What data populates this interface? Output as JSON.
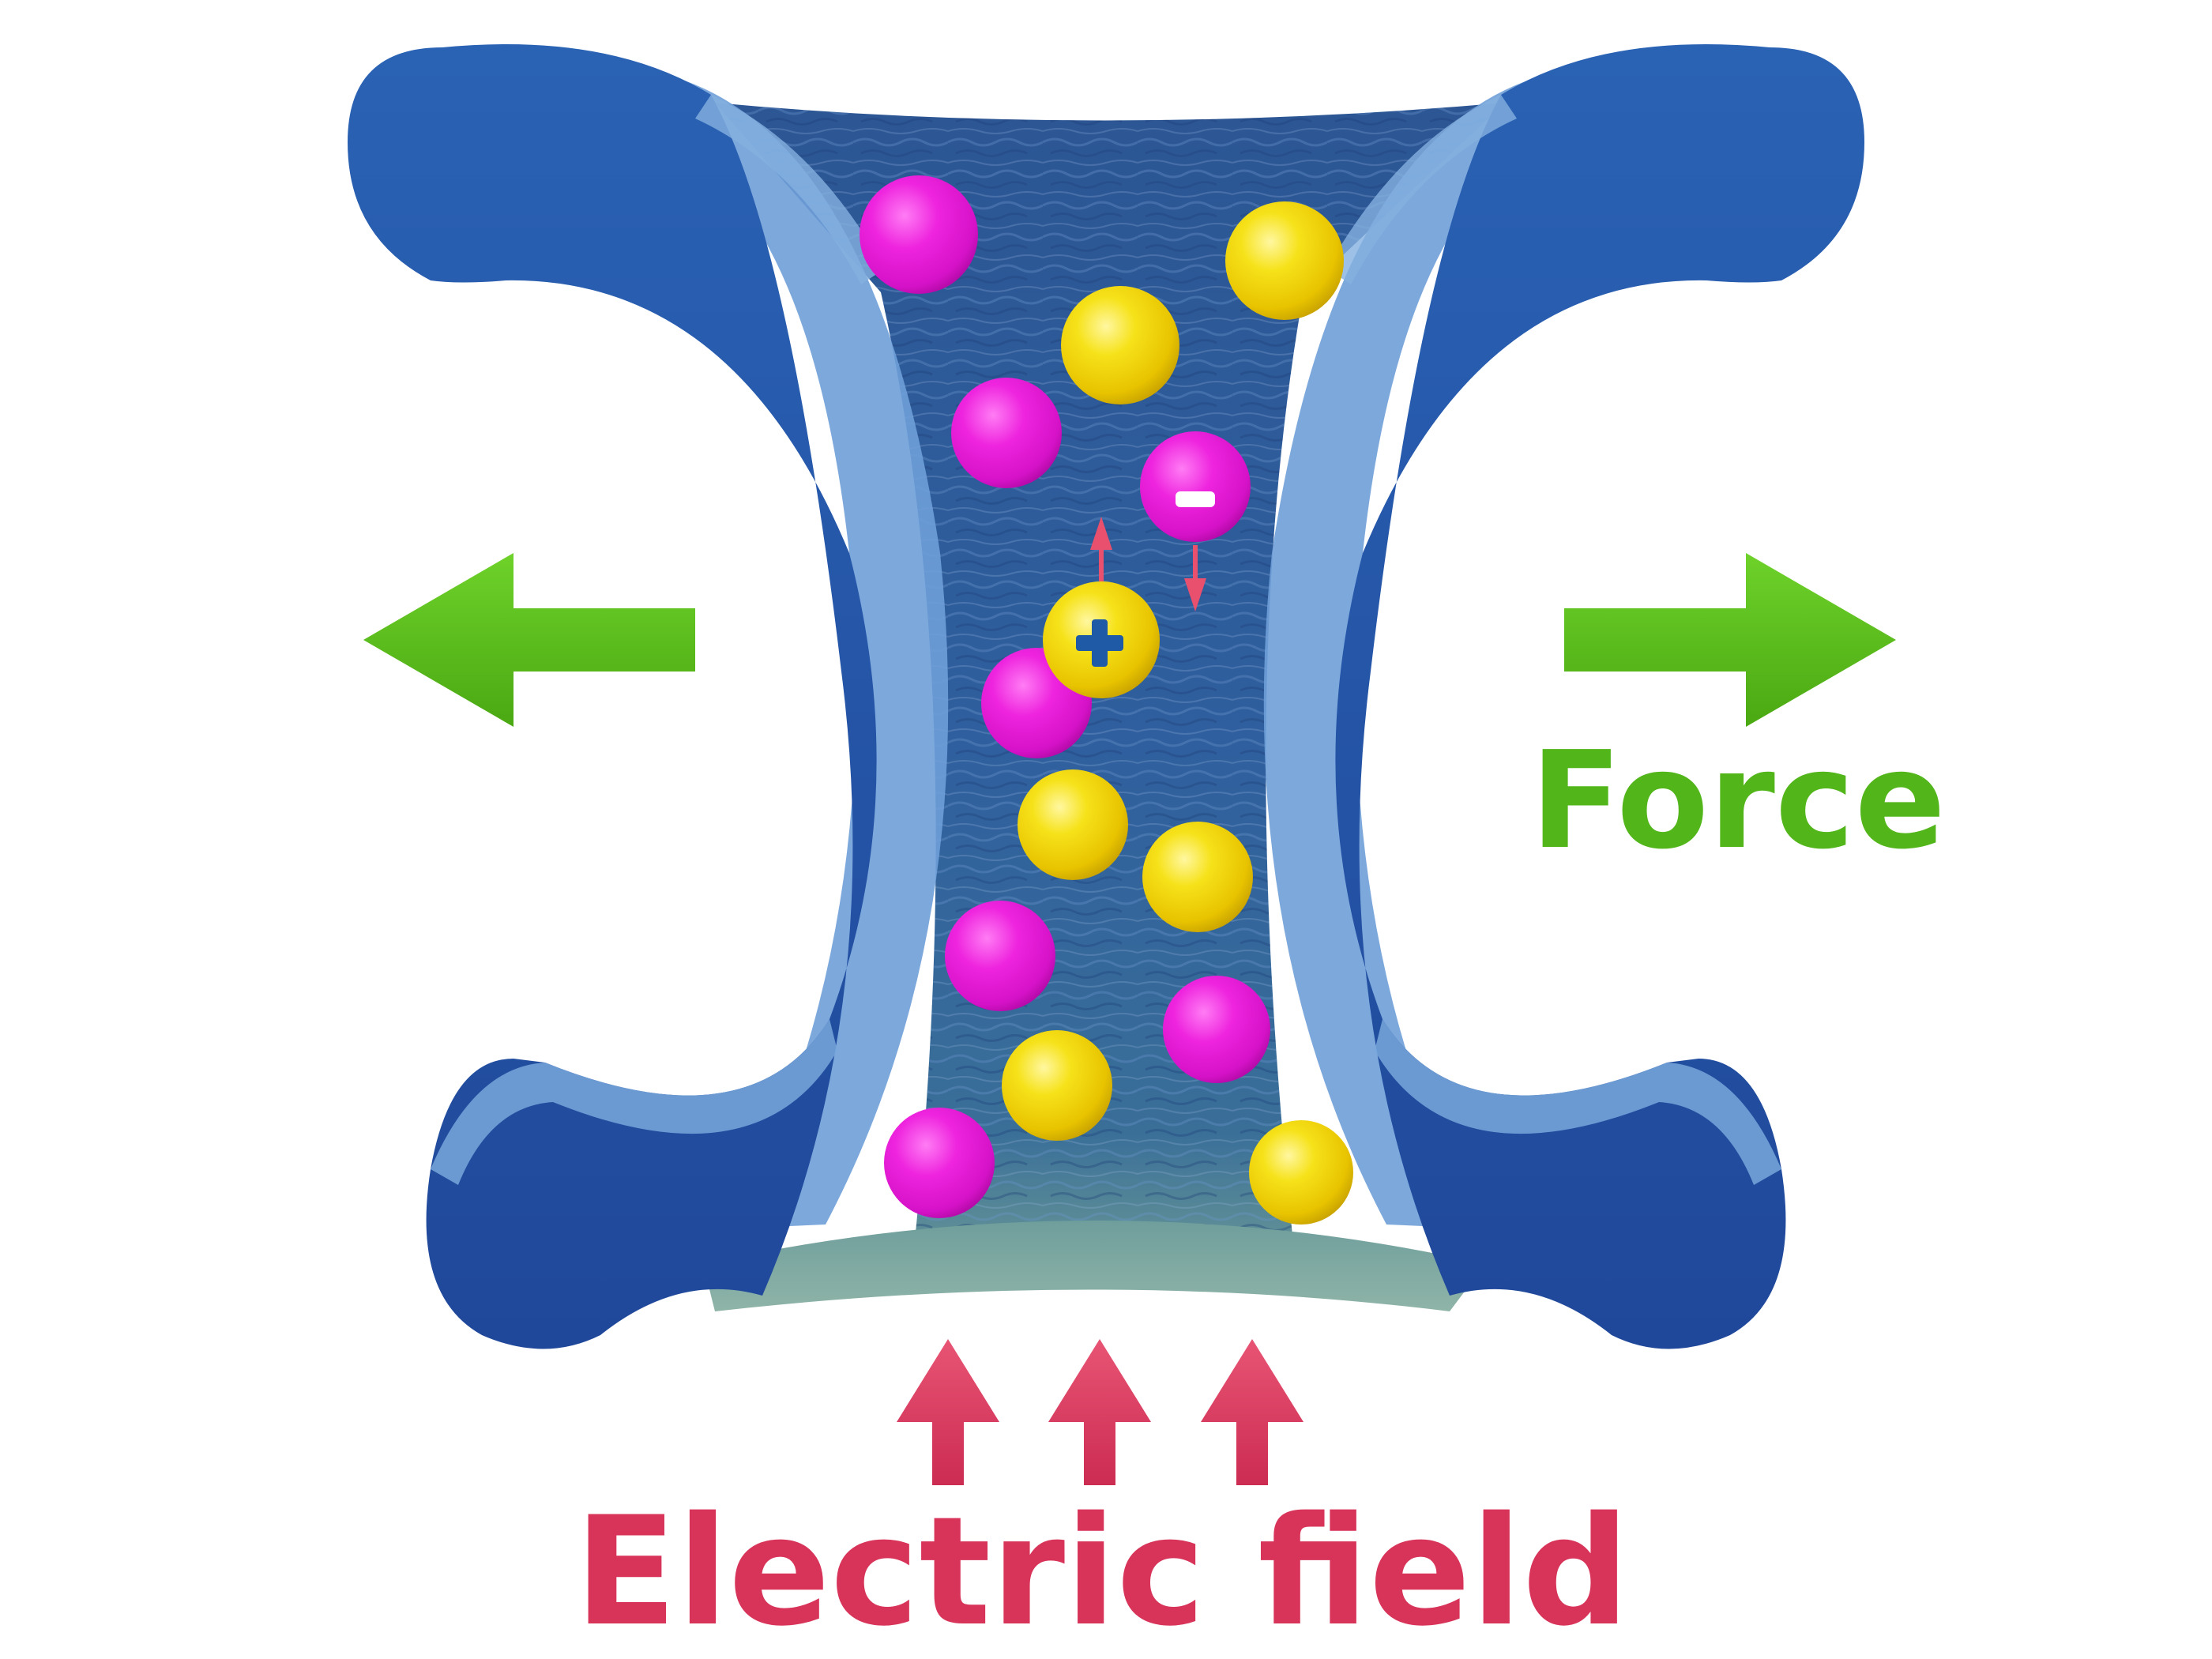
{
  "labels": {
    "force": "Force",
    "electric_field": "Electric field"
  },
  "ion_signs": {
    "positive": "+",
    "negative": "−"
  },
  "colors": {
    "wall_blue": "#2458a8",
    "wall_highlight": "#7eaee0",
    "liquid": "#2a5a9c",
    "positive_ion": "#f0d800",
    "negative_ion": "#e81cd8",
    "force_arrow": "#5cc21a",
    "field_arrow": "#d83a5c"
  },
  "icons": {
    "force_left": "arrow-left-icon",
    "force_right": "arrow-right-icon",
    "field_up": "arrow-up-icon",
    "ion_motion_up": "arrow-up-icon",
    "ion_motion_down": "arrow-down-icon"
  },
  "ions": {
    "negative_count": 7,
    "positive_count": 7
  }
}
